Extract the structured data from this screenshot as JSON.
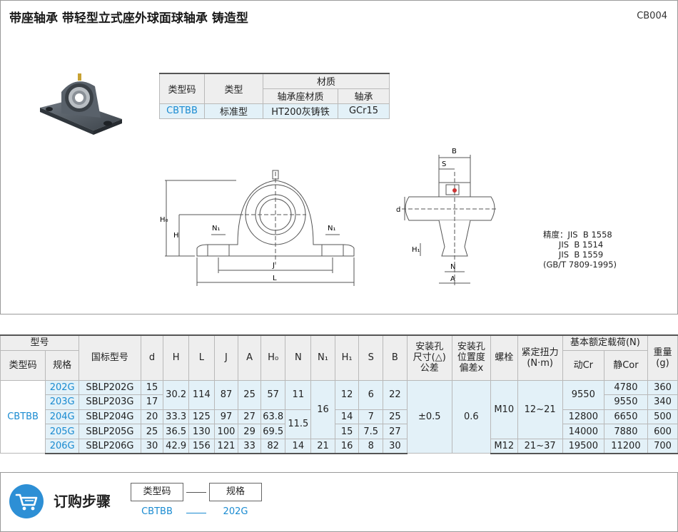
{
  "header": {
    "title": "带座轴承   带轻型立式座外球面球轴承   铸造型",
    "code": "CB004"
  },
  "material_table": {
    "headers": {
      "type_code": "类型码",
      "type": "类型",
      "material": "材质",
      "housing_material": "轴承座材质",
      "bearing": "轴承"
    },
    "row": {
      "type_code": "CBTBB",
      "type": "标准型",
      "housing_material": "HT200灰铸铁",
      "bearing": "GCr15"
    }
  },
  "drawing_labels": {
    "H0": "H₀",
    "H": "H",
    "N1_left": "N₁",
    "N1_right": "N₁",
    "J": "J",
    "L": "L",
    "B": "B",
    "S": "S",
    "d": "d",
    "H1": "H₁",
    "N": "N",
    "A": "A"
  },
  "precision": {
    "line1": "精度：JIS  B 1558",
    "line2": "      JIS  B 1514",
    "line3": "      JIS  B 1559",
    "line4": "(GB/T 7809-1995)"
  },
  "spec_table": {
    "headers": {
      "model": "型号",
      "type_code": "类型码",
      "spec": "规格",
      "gb_model": "国标型号",
      "d": "d",
      "H": "H",
      "L": "L",
      "J": "J",
      "A": "A",
      "H0": "H₀",
      "N": "N",
      "N1": "N₁",
      "H1": "H₁",
      "S": "S",
      "B": "B",
      "hole_tol_1": "安装孔",
      "hole_tol_2": "尺寸(△)",
      "hole_tol_3": "公差",
      "pos_tol_1": "安装孔",
      "pos_tol_2": "位置度",
      "pos_tol_3": "偏差x",
      "bolt": "螺栓",
      "torque_1": "紧定扭力",
      "torque_2": "(N·m)",
      "load": "基本额定载荷(N)",
      "cr": "动Cr",
      "cor": "静Cor",
      "weight_1": "重量",
      "weight_2": "(g)"
    },
    "type_code": "CBTBB",
    "merged": {
      "H_202_203": "30.2",
      "L_202_203": "114",
      "J_202_203": "87",
      "A_202_203": "25",
      "H0_202_203": "57",
      "N_202_203": "11",
      "N_204_205": "11.5",
      "N1_202_205": "16",
      "H1_202_203": "12",
      "S_202_203": "6",
      "B_202_203": "22",
      "hole_tol": "±0.5",
      "pos_tol": "0.6",
      "bolt_202_205": "M10",
      "torque_202_205": "12~21",
      "cr_202_203": "9550"
    },
    "rows": [
      {
        "spec": "202G",
        "gb": "SBLP202G",
        "d": "15",
        "cor": "4780",
        "w": "360"
      },
      {
        "spec": "203G",
        "gb": "SBLP203G",
        "d": "17",
        "cor": "9550",
        "w": "340"
      },
      {
        "spec": "204G",
        "gb": "SBLP204G",
        "d": "20",
        "H": "33.3",
        "L": "125",
        "J": "97",
        "A": "27",
        "H0": "63.8",
        "H1": "14",
        "S": "7",
        "B": "25",
        "cr": "12800",
        "cor": "6650",
        "w": "500"
      },
      {
        "spec": "205G",
        "gb": "SBLP205G",
        "d": "25",
        "H": "36.5",
        "L": "130",
        "J": "100",
        "A": "29",
        "H0": "69.5",
        "H1": "15",
        "S": "7.5",
        "B": "27",
        "cr": "14000",
        "cor": "7880",
        "w": "600"
      },
      {
        "spec": "206G",
        "gb": "SBLP206G",
        "d": "30",
        "H": "42.9",
        "L": "156",
        "J": "121",
        "A": "33",
        "H0": "82",
        "N": "14",
        "N1": "21",
        "H1": "16",
        "S": "8",
        "B": "30",
        "bolt": "M12",
        "torque": "21~37",
        "cr": "19500",
        "cor": "11200",
        "w": "700"
      }
    ]
  },
  "order": {
    "title": "订购步骤",
    "box1": "类型码",
    "box2": "规格",
    "val1": "CBTBB",
    "val2": "202G"
  },
  "colors": {
    "accent_blue": "#1a8bd1",
    "cell_blue": "#e3f1f8",
    "header_gray": "#eeeeee",
    "cart_blue": "#2d8fd5"
  },
  "icons": {
    "order": "shopping-cart-icon"
  }
}
